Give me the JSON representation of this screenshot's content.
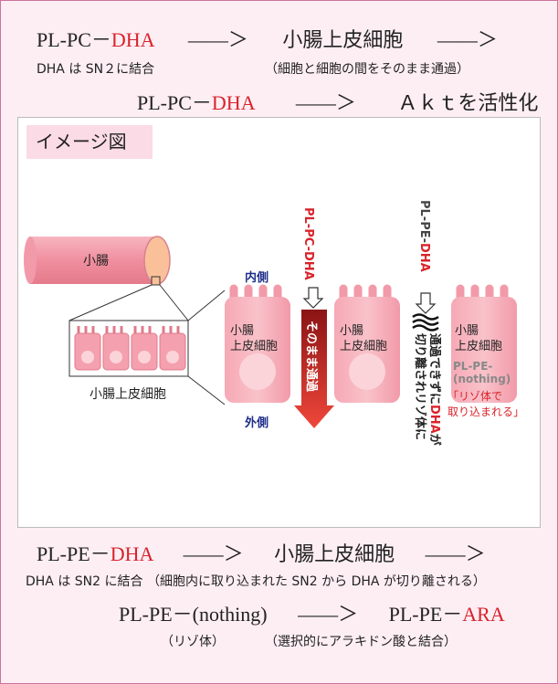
{
  "rows": {
    "r1": {
      "prefix": "PL-PC－",
      "accent": "DHA",
      "arrow1": "——＞",
      "target": "小腸上皮細胞",
      "arrow2": "——＞"
    },
    "r1_notes": {
      "left": "DHA は SN２に結合",
      "right": "（細胞と細胞の間をそのまま通過）"
    },
    "r2": {
      "prefix": "PL-PC－",
      "accent": "DHA",
      "arrow": "——＞",
      "result": "Ａｋｔを活性化"
    },
    "r3": {
      "prefix": "PL-PE－",
      "accent": "DHA",
      "arrow1": "——＞",
      "target": "小腸上皮細胞",
      "arrow2": "——＞"
    },
    "r3_note": "DHA は SN2 に結合 （細胞内に取り込まれた SN2 から DHA が切り離される）",
    "r4": {
      "left": "PL-PE－(nothing)",
      "arrow": "——＞",
      "prefix": "PL-PE－",
      "accent": "ARA"
    },
    "r4_notes": {
      "left": "（リゾ体）",
      "right": "（選択的にアラキドン酸と結合）"
    }
  },
  "panel": {
    "tag": "イメージ図",
    "intestine_label": "小腸",
    "epithelium_label": "小腸上皮細胞",
    "inner_label": "内側",
    "outer_label": "外側",
    "cell_label_line1": "小腸",
    "cell_label_line2": "上皮細胞",
    "pc_label_prefix": "PL-PC-",
    "pc_label_accent": "DHA",
    "pass_text": "そのまま通過",
    "pe_label_prefix": "PL-PE-",
    "pe_label_accent": "DHA",
    "cleave_col1_part1": "通過できずに",
    "cleave_col1_accent": "DHA",
    "cleave_col1_part2": "が",
    "cleave_col2": "切り離されリゾ体に",
    "nothing_line1": "PL-PE-",
    "nothing_line2": "(nothing)",
    "uptake_line1": "「リゾ体で",
    "uptake_line2": "取り込まれる」"
  },
  "colors": {
    "accent_red": "#d9232a",
    "frame_border": "#c9739c",
    "background": "#fdeef4",
    "cell_pink": "#f5a0ae",
    "nav_blue": "#1f2f8a"
  }
}
